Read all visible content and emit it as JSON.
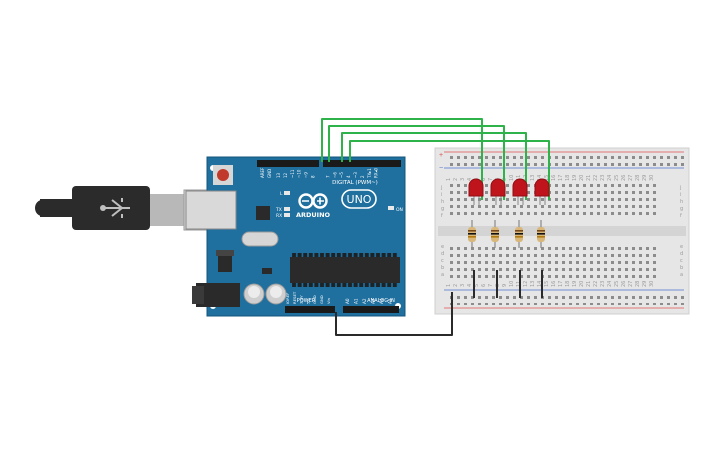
{
  "board": {
    "brand": "ARDUINO",
    "model": "UNO",
    "digital_label": "DIGITAL (PWM~)",
    "power_label": "POWER",
    "analog_label": "ANALOG IN",
    "on_label": "ON",
    "tx_label": "TX",
    "rx_label": "RX",
    "l_label": "L",
    "aref_label": "AREF",
    "gnd_label": "GND",
    "digital_pins": [
      "13",
      "12",
      "~11",
      "~10",
      "~9",
      "8",
      "7",
      "~6",
      "~5",
      "4",
      "~3",
      "2",
      "TX▸1",
      "RX◂0"
    ],
    "power_pins": [
      "IOREF",
      "RESET",
      "3.3V",
      "5V",
      "GND",
      "GND",
      "Vin"
    ],
    "analog_pins": [
      "A0",
      "A1",
      "A2",
      "A3",
      "A4",
      "A5"
    ]
  },
  "breadboard": {
    "row_letters_top": [
      "j",
      "i",
      "h",
      "g",
      "f"
    ],
    "row_letters_bottom": [
      "e",
      "d",
      "c",
      "b",
      "a"
    ],
    "column_numbers": [
      "1",
      "2",
      "3",
      "4",
      "5",
      "6",
      "7",
      "8",
      "9",
      "10",
      "11",
      "12",
      "13",
      "14",
      "15",
      "16",
      "17",
      "18",
      "19",
      "20",
      "21",
      "22",
      "23",
      "24",
      "25",
      "26",
      "27",
      "28",
      "29",
      "30"
    ]
  },
  "colors": {
    "board": "#1f6f9f",
    "wire_signal": "#2db34a",
    "wire_ground": "#2a2a2a",
    "led": "#c0141c",
    "breadboard": "#e6e6e6"
  },
  "icons": [
    "usb-cable-icon",
    "arduino-infinity-logo-icon"
  ]
}
